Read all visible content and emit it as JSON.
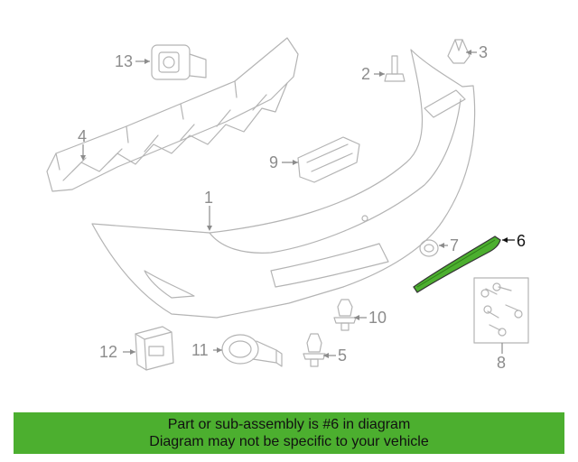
{
  "diagram": {
    "callouts": {
      "c1": "1",
      "c2": "2",
      "c3": "3",
      "c4": "4",
      "c5": "5",
      "c6": "6",
      "c7": "7",
      "c8": "8",
      "c9": "9",
      "c10": "10",
      "c11": "11",
      "c12": "12",
      "c13": "13"
    },
    "highlighted_part": "6"
  },
  "colors": {
    "highlight_fill": "#4caf2f",
    "banner_bg": "#4caf2f",
    "line_art": "#b4b4b4"
  },
  "banner": {
    "line1": "Part or sub-assembly is #6 in diagram",
    "line2": "Diagram may not be specific to your vehicle"
  }
}
